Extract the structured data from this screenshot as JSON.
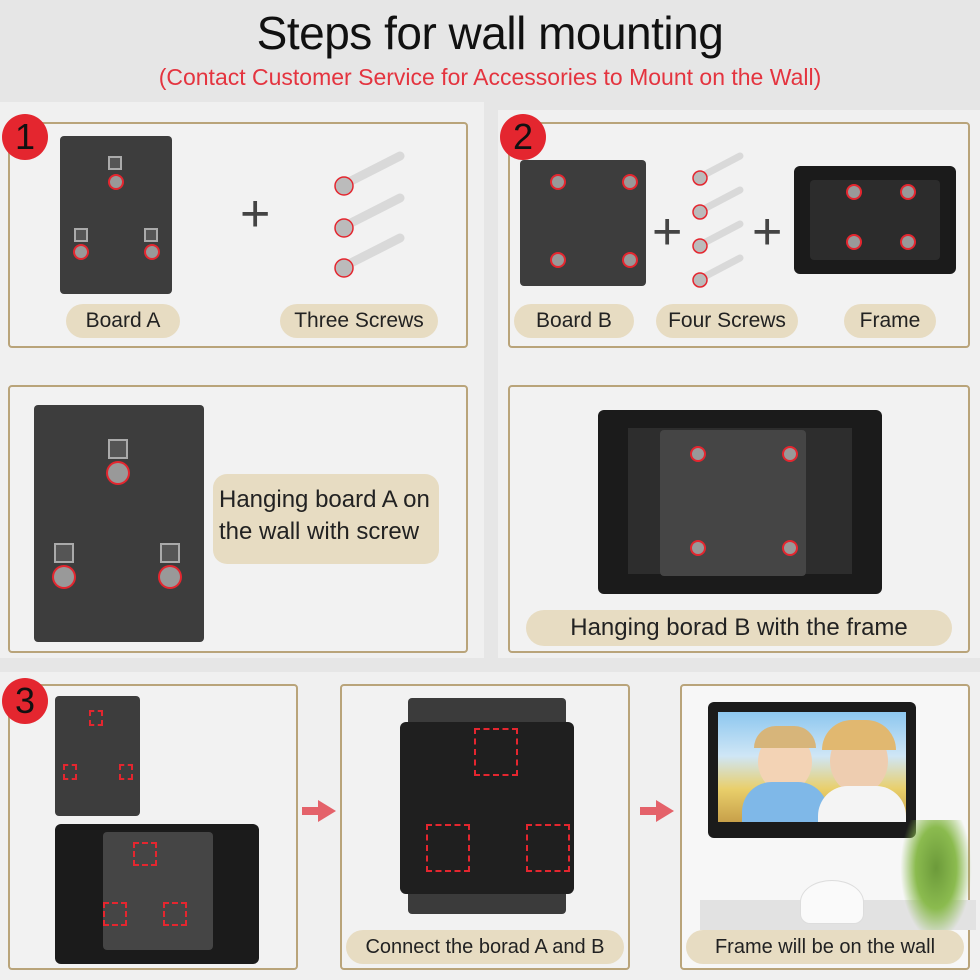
{
  "header": {
    "title": "Steps for wall mounting",
    "subtitle": "(Contact Customer Service for Accessories to Mount on the Wall)"
  },
  "steps": [
    {
      "number": "1",
      "labels": [
        "Board A",
        "Three Screws"
      ],
      "note": "Hanging board A on the wall with screw"
    },
    {
      "number": "2",
      "labels": [
        "Board B",
        "Four Screws",
        "Frame"
      ],
      "note": "Hanging borad B with the frame"
    },
    {
      "number": "3",
      "note_connect": "Connect the borad A and B",
      "note_final": "Frame will be on the wall"
    }
  ],
  "colors": {
    "accent": "#e4262f",
    "box_border": "#b9a47a",
    "pill_bg": "#e7dcc2",
    "subtitle": "#e4343f"
  },
  "icons": [
    "plus-icon",
    "arrow-down-icon",
    "arrow-right-icon",
    "screw-icon"
  ]
}
